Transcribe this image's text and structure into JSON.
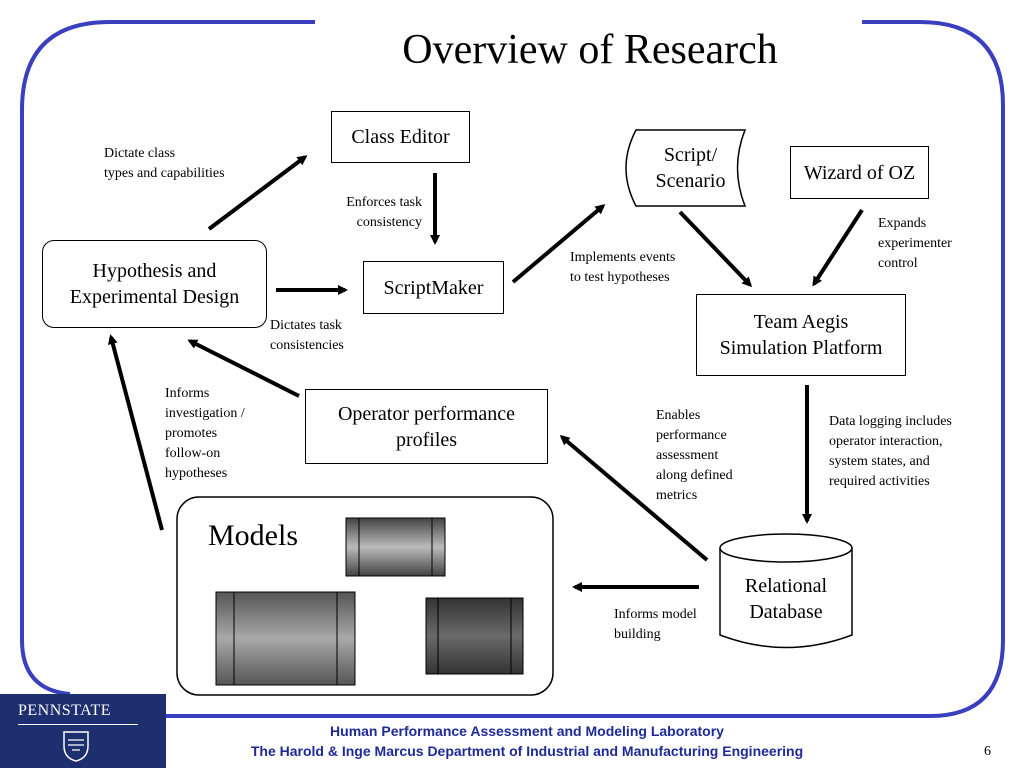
{
  "slide": {
    "title": "Overview of Research",
    "page_number": "6"
  },
  "boxes": {
    "class_editor": "Class Editor",
    "script_scenario": "Script/\nScenario",
    "wizard_of_oz": "Wizard of OZ",
    "hypothesis": "Hypothesis and\nExperimental Design",
    "scriptmaker": "ScriptMaker",
    "team_aegis": "Team Aegis\nSimulation Platform",
    "operator_profiles": "Operator performance\nprofiles",
    "relational_database": "Relational\nDatabase",
    "models": "Models"
  },
  "annotations": {
    "dictate_class": "Dictate class\ntypes and capabilities",
    "enforces_task": "Enforces task\nconsistency",
    "implements_events": "Implements events\nto test hypotheses",
    "expands_experimenter": "Expands\nexperimenter\ncontrol",
    "dictates_task": "Dictates task\nconsistencies",
    "informs_investigation": "Informs\ninvestigation /\npromotes\nfollow-on\nhypotheses",
    "enables_performance": "Enables\nperformance\nassessment\nalong defined\nmetrics",
    "data_logging": "Data logging includes\noperator interaction,\nsystem states, and\nrequired activities",
    "informs_model": "Informs model\nbuilding"
  },
  "footer": {
    "line1": "Human Performance Assessment and Modeling Laboratory",
    "line2": "The Harold & Inge Marcus Department of Industrial and Manufacturing Engineering"
  },
  "logo": {
    "text": "PENNSTATE"
  },
  "colors": {
    "frame_blue": "#3a3fc0",
    "footer_text": "#1e2a96",
    "logo_bg": "#1d2f6f"
  }
}
